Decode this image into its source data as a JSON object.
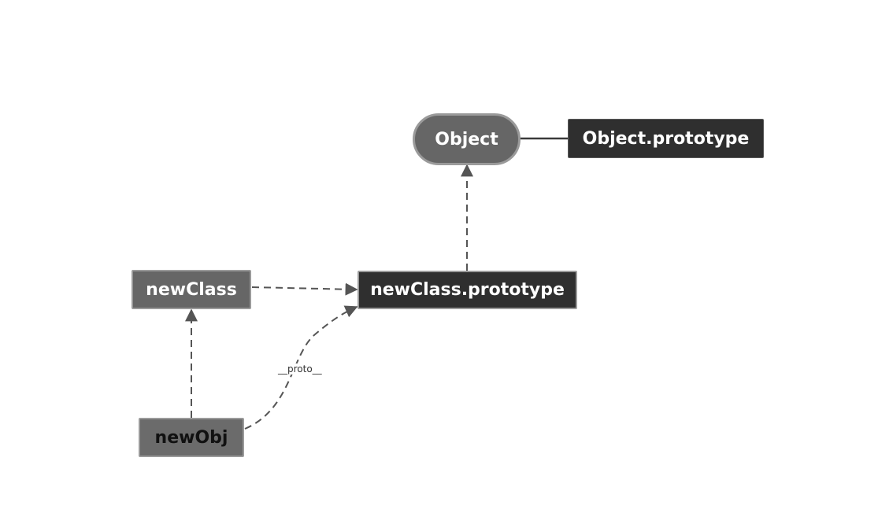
{
  "nodes": {
    "object": {
      "label": "Object"
    },
    "object_prototype": {
      "label": "Object.prototype"
    },
    "newclass": {
      "label": "newClass"
    },
    "newclass_prototype": {
      "label": "newClass.prototype"
    },
    "newobj": {
      "label": "newObj"
    }
  },
  "edges": {
    "proto_label": "__proto__"
  },
  "colors": {
    "edge": "#555555",
    "grey_node": "#666666",
    "dark_node": "#2f2f2f"
  }
}
